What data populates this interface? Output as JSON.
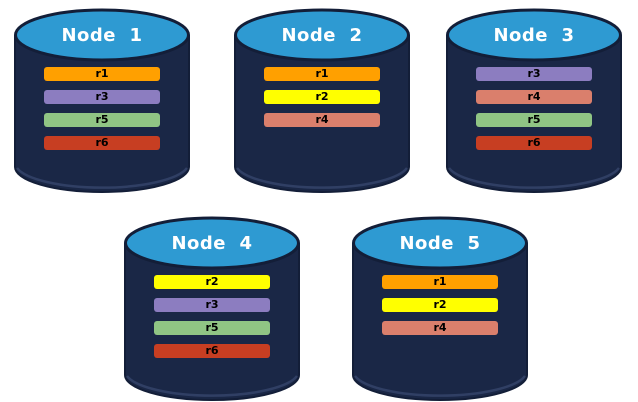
{
  "diagram": {
    "background": "#FFFFFF",
    "colors": {
      "cylinder_body": "#1A2746",
      "cylinder_outline": "#131E38",
      "cylinder_top": "#2E9AD2",
      "cylinder_bottom_rim": "#44547E",
      "title_text": "#FFFFFF",
      "bar_text": "#000000"
    },
    "replica_colors": {
      "r1": "#FFA000",
      "r2": "#FFFF00",
      "r3": "#8C7DC0",
      "r4": "#DA7F6C",
      "r5": "#90C584",
      "r6": "#C73E22"
    },
    "nodes": [
      {
        "title": "Node  1",
        "replicas": [
          "r1",
          "r3",
          "r5",
          "r6"
        ]
      },
      {
        "title": "Node  2",
        "replicas": [
          "r1",
          "r2",
          "r4"
        ]
      },
      {
        "title": "Node  3",
        "replicas": [
          "r3",
          "r4",
          "r5",
          "r6"
        ]
      },
      {
        "title": "Node  4",
        "replicas": [
          "r2",
          "r3",
          "r5",
          "r6"
        ]
      },
      {
        "title": "Node  5",
        "replicas": [
          "r1",
          "r2",
          "r4"
        ]
      }
    ]
  }
}
